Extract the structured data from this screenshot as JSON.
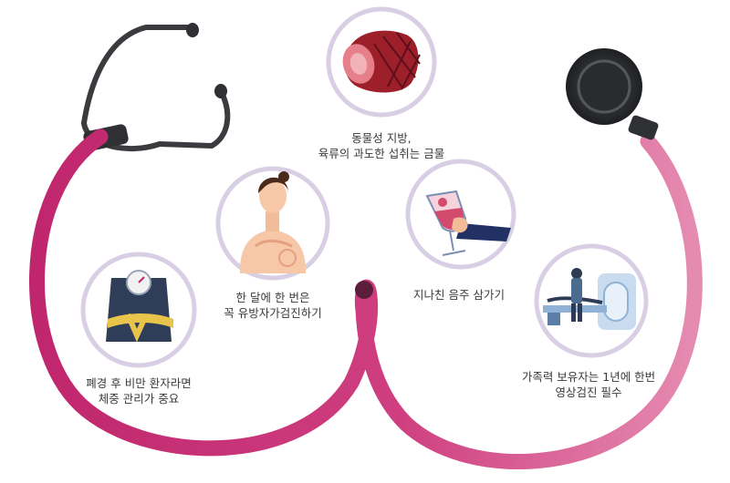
{
  "items": [
    {
      "id": "meat",
      "icon": "meat-icon",
      "lines": [
        "동물성 지방,",
        "육류의 과도한 섭취는 금물"
      ]
    },
    {
      "id": "self-exam",
      "icon": "self-exam-woman-icon",
      "lines": [
        "한 달에 한 번은",
        "꼭 유방자가검진하기"
      ]
    },
    {
      "id": "drinking",
      "icon": "wine-glass-icon",
      "lines": [
        "지나친 음주 삼가기"
      ]
    },
    {
      "id": "weight",
      "icon": "scale-tape-icon",
      "lines": [
        "폐경 후 비만 환자라면",
        "체중 관리가 중요"
      ]
    },
    {
      "id": "screening",
      "icon": "mri-scanner-icon",
      "lines": [
        "가족력 보유자는 1년에 한번",
        "영상검진 필수"
      ]
    }
  ],
  "colors": {
    "tube_dark": "#c0266d",
    "tube_light": "#e47fa9",
    "circle_border": "#d8cfe4",
    "headset": "#3a3b3f"
  }
}
